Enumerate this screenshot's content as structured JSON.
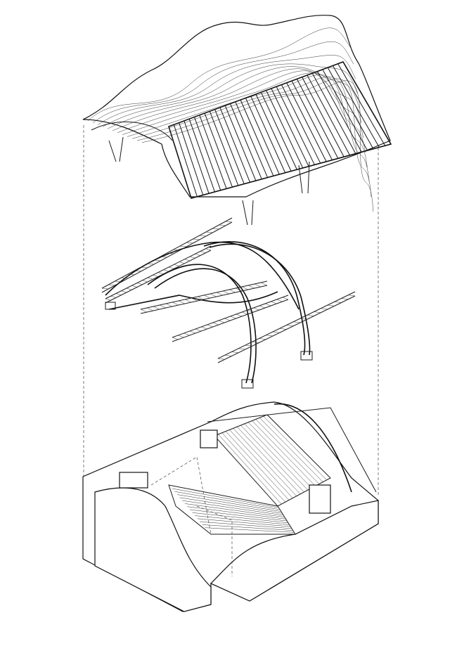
{
  "drawing": {
    "type": "exploded axonometric",
    "layers": [
      "roof-shell",
      "arch-truss-structure",
      "auditorium-building"
    ],
    "colors": {
      "line": "#1a1a1a",
      "background": "#ffffff"
    }
  }
}
